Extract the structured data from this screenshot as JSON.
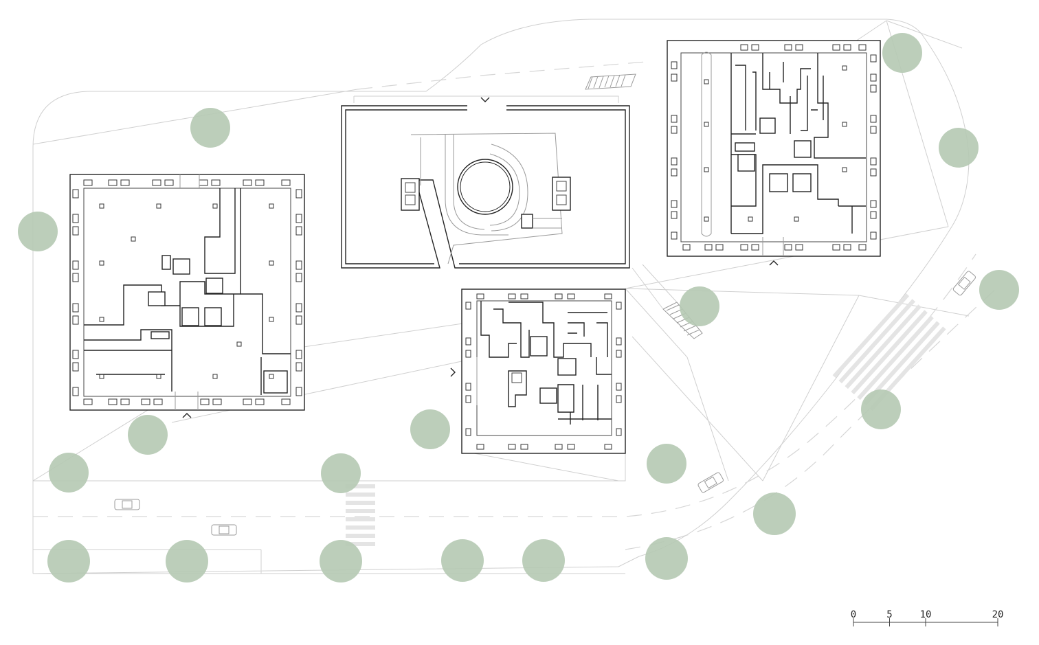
{
  "scale_bar": {
    "labels": [
      "0",
      "5",
      "10",
      "20"
    ],
    "values": [
      0,
      5,
      10,
      20
    ]
  },
  "colors": {
    "tree": "#b5c9b3",
    "wall": "#222222",
    "site_line": "#cfcfcf"
  },
  "icons": {
    "entry_marker": "chevron-icon",
    "tree": "tree-icon"
  }
}
